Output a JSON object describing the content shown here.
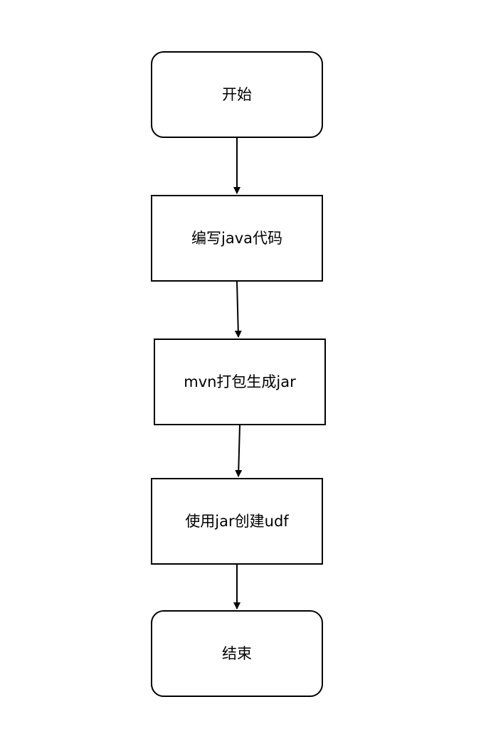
{
  "diagram": {
    "type": "flowchart",
    "colors": {
      "stroke": "#000000",
      "fill": "#ffffff",
      "text": "#000000"
    },
    "nodes": {
      "start": {
        "label": "开始",
        "shape": "rounded-rectangle"
      },
      "write_code": {
        "label": "编写java代码",
        "shape": "rectangle"
      },
      "mvn_package": {
        "label": "mvn打包生成jar",
        "shape": "rectangle"
      },
      "create_udf": {
        "label": "使用jar创建udf",
        "shape": "rectangle"
      },
      "end": {
        "label": "结束",
        "shape": "rounded-rectangle"
      }
    },
    "edges": [
      {
        "from": "start",
        "to": "write_code"
      },
      {
        "from": "write_code",
        "to": "mvn_package"
      },
      {
        "from": "mvn_package",
        "to": "create_udf"
      },
      {
        "from": "create_udf",
        "to": "end"
      }
    ]
  }
}
